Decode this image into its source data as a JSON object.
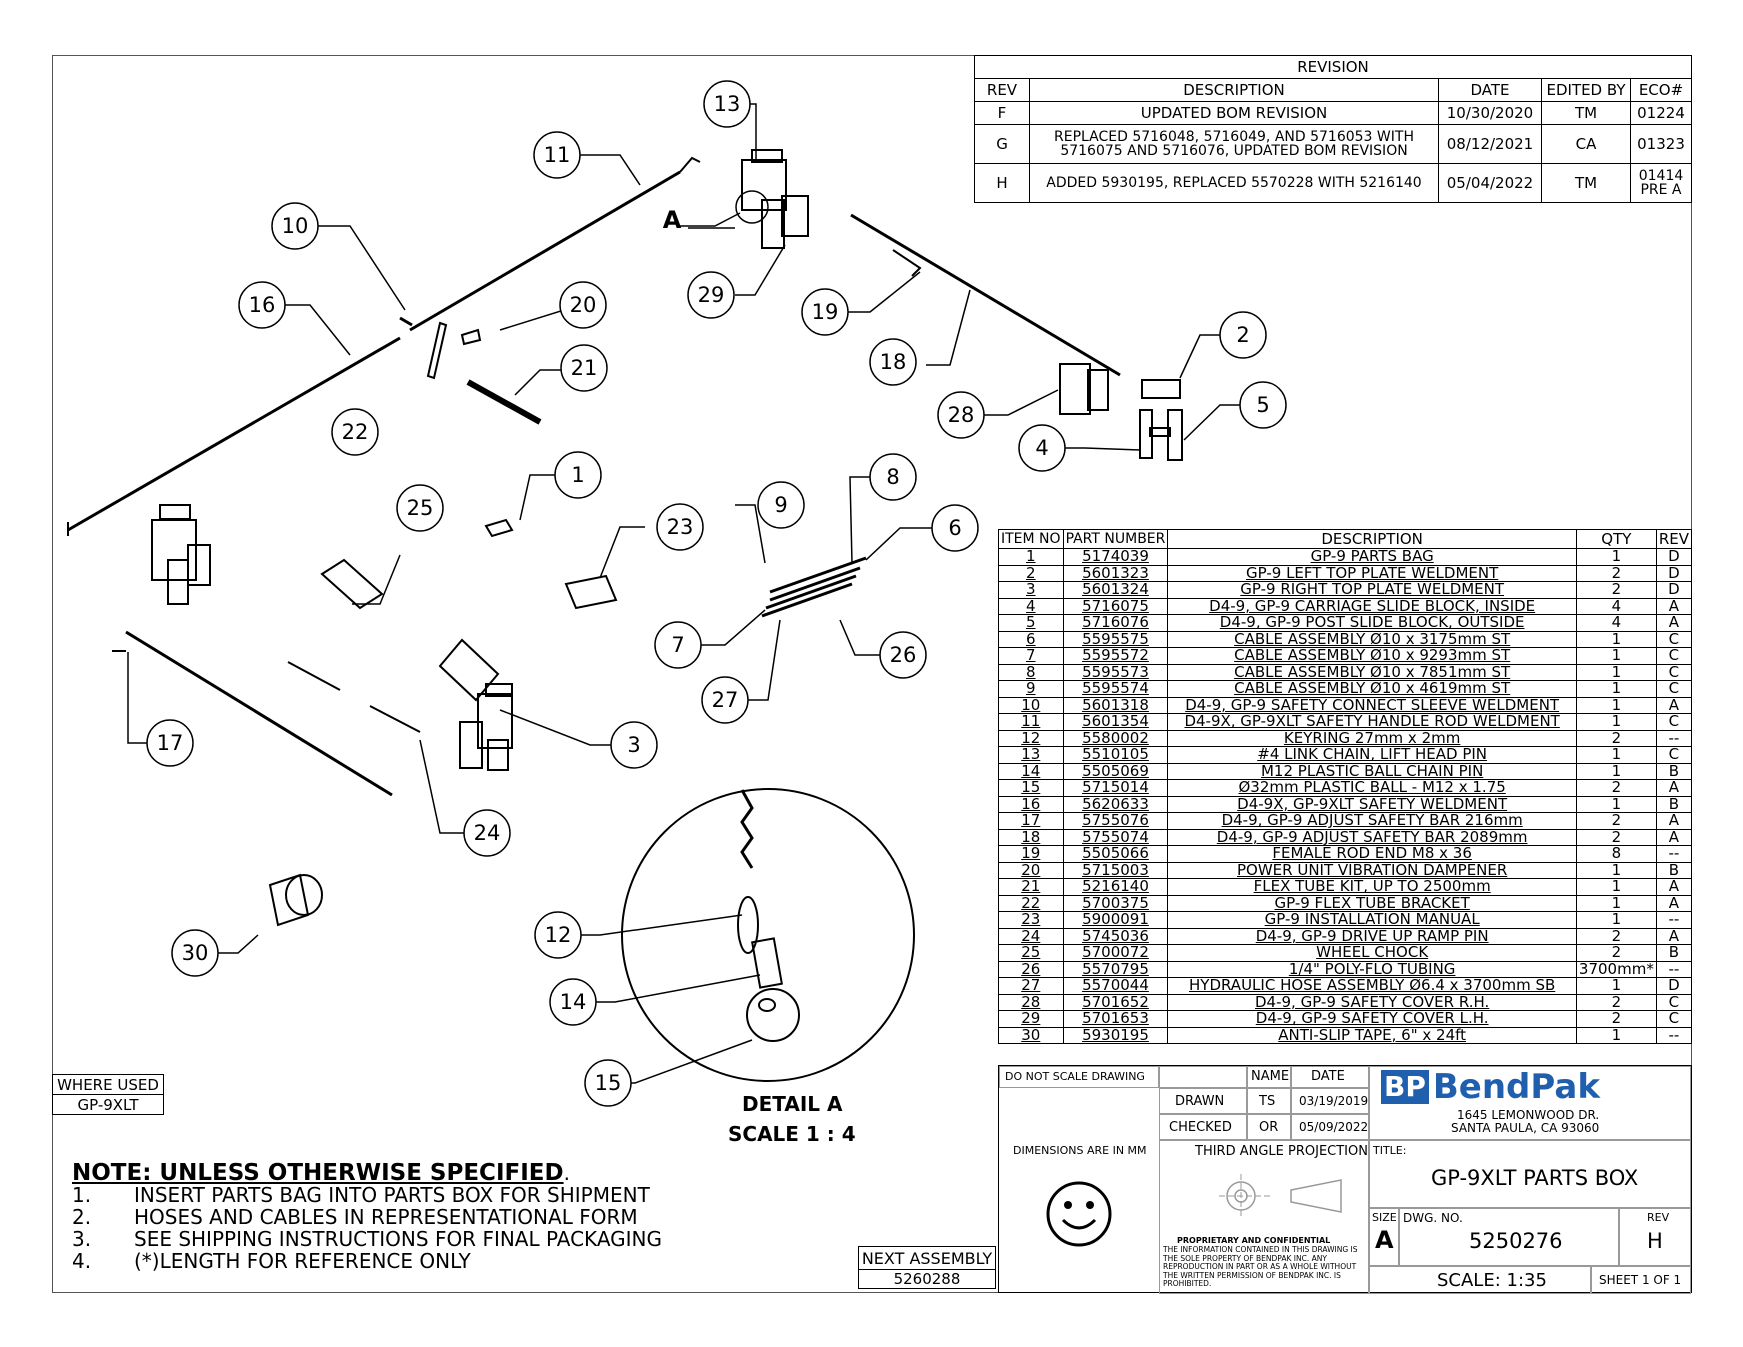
{
  "revision": {
    "title": "REVISION",
    "headers": [
      "REV",
      "DESCRIPTION",
      "DATE",
      "EDITED BY",
      "ECO#"
    ],
    "rows": [
      {
        "rev": "F",
        "description": "UPDATED BOM REVISION",
        "date": "10/30/2020",
        "edited_by": "TM",
        "eco": "01224"
      },
      {
        "rev": "G",
        "description": "REPLACED 5716048, 5716049, AND 5716053 WITH 5716075 AND 5716076, UPDATED BOM REVISION",
        "date": "08/12/2021",
        "edited_by": "CA",
        "eco": "01323"
      },
      {
        "rev": "H",
        "description": "ADDED 5930195, REPLACED 5570228 WITH 5216140",
        "date": "05/04/2022",
        "edited_by": "TM",
        "eco": "01414 PRE A"
      }
    ]
  },
  "bom": {
    "headers": [
      "ITEM NO",
      "PART NUMBER",
      "DESCRIPTION",
      "QTY",
      "REV"
    ],
    "rows": [
      [
        "1",
        "5174039",
        "GP-9 PARTS BAG",
        "1",
        "D"
      ],
      [
        "2",
        "5601323",
        "GP-9 LEFT TOP PLATE WELDMENT",
        "2",
        "D"
      ],
      [
        "3",
        "5601324",
        "GP-9 RIGHT TOP PLATE WELDMENT",
        "2",
        "D"
      ],
      [
        "4",
        "5716075",
        "D4-9, GP-9 CARRIAGE SLIDE BLOCK, INSIDE",
        "4",
        "A"
      ],
      [
        "5",
        "5716076",
        "D4-9, GP-9 POST SLIDE BLOCK, OUTSIDE",
        "4",
        "A"
      ],
      [
        "6",
        "5595575",
        "CABLE ASSEMBLY Ø10 x 3175mm ST",
        "1",
        "C"
      ],
      [
        "7",
        "5595572",
        "CABLE ASSEMBLY Ø10 x 9293mm ST",
        "1",
        "C"
      ],
      [
        "8",
        "5595573",
        "CABLE ASSEMBLY Ø10 x 7851mm ST",
        "1",
        "C"
      ],
      [
        "9",
        "5595574",
        "CABLE ASSEMBLY Ø10 x 4619mm ST",
        "1",
        "C"
      ],
      [
        "10",
        "5601318",
        "D4-9, GP-9 SAFETY CONNECT SLEEVE WELDMENT",
        "1",
        "A"
      ],
      [
        "11",
        "5601354",
        "D4-9X, GP-9XLT SAFETY HANDLE ROD WELDMENT",
        "1",
        "C"
      ],
      [
        "12",
        "5580002",
        "KEYRING 27mm x 2mm",
        "2",
        "--"
      ],
      [
        "13",
        "5510105",
        "#4 LINK CHAIN, LIFT HEAD PIN",
        "1",
        "C"
      ],
      [
        "14",
        "5505069",
        "M12 PLASTIC BALL CHAIN PIN",
        "1",
        "B"
      ],
      [
        "15",
        "5715014",
        "Ø32mm PLASTIC BALL - M12 x 1.75",
        "2",
        "A"
      ],
      [
        "16",
        "5620633",
        "D4-9X, GP-9XLT SAFETY WELDMENT",
        "1",
        "B"
      ],
      [
        "17",
        "5755076",
        "D4-9, GP-9 ADJUST SAFETY BAR 216mm",
        "2",
        "A"
      ],
      [
        "18",
        "5755074",
        "D4-9, GP-9 ADJUST SAFETY BAR 2089mm",
        "2",
        "A"
      ],
      [
        "19",
        "5505066",
        "FEMALE ROD END M8 x 36",
        "8",
        "--"
      ],
      [
        "20",
        "5715003",
        "POWER UNIT VIBRATION DAMPENER",
        "1",
        "B"
      ],
      [
        "21",
        "5216140",
        "FLEX TUBE KIT, UP TO 2500mm",
        "1",
        "A"
      ],
      [
        "22",
        "5700375",
        "GP-9 FLEX TUBE BRACKET",
        "1",
        "A"
      ],
      [
        "23",
        "5900091",
        "GP-9 INSTALLATION MANUAL",
        "1",
        "--"
      ],
      [
        "24",
        "5745036",
        "D4-9, GP-9 DRIVE UP RAMP PIN",
        "2",
        "A"
      ],
      [
        "25",
        "5700072",
        "WHEEL CHOCK",
        "2",
        "B"
      ],
      [
        "26",
        "5570795",
        "1/4\" POLY-FLO TUBING",
        "3700mm*",
        "--"
      ],
      [
        "27",
        "5570044",
        "HYDRAULIC HOSE ASSEMBLY Ø6.4 x 3700mm SB",
        "1",
        "D"
      ],
      [
        "28",
        "5701652",
        "D4-9, GP-9 SAFETY COVER R.H.",
        "2",
        "C"
      ],
      [
        "29",
        "5701653",
        "D4-9, GP-9 SAFETY COVER L.H.",
        "2",
        "C"
      ],
      [
        "30",
        "5930195",
        "ANTI-SLIP TAPE, 6\" x 24ft",
        "1",
        "--"
      ]
    ]
  },
  "balloons": [
    "1",
    "2",
    "3",
    "4",
    "5",
    "6",
    "7",
    "8",
    "9",
    "10",
    "11",
    "12",
    "13",
    "14",
    "15",
    "16",
    "17",
    "18",
    "19",
    "20",
    "21",
    "22",
    "23",
    "24",
    "25",
    "26",
    "27",
    "28",
    "29",
    "30"
  ],
  "detail_letter": "A",
  "detail": {
    "title": "DETAIL A",
    "scale": "SCALE 1 : 4"
  },
  "where_used": {
    "label": "WHERE USED",
    "value": "GP-9XLT"
  },
  "next_assembly": {
    "label": "NEXT ASSEMBLY",
    "value": "5260288"
  },
  "notes": {
    "header": "NOTE: UNLESS OTHERWISE SPECIFIED",
    "items": [
      {
        "num": "1.",
        "text": "INSERT PARTS BAG INTO PARTS BOX FOR SHIPMENT"
      },
      {
        "num": "2.",
        "text": "HOSES AND CABLES IN REPRESENTATIONAL FORM"
      },
      {
        "num": "3.",
        "text": "SEE SHIPPING INSTRUCTIONS FOR FINAL PACKAGING"
      },
      {
        "num": "4.",
        "text": "(*)LENGTH FOR REFERENCE ONLY"
      }
    ]
  },
  "title_block": {
    "do_not_scale": "DO NOT SCALE DRAWING",
    "name_label": "NAME",
    "date_label": "DATE",
    "drawn_label": "DRAWN",
    "drawn_name": "TS",
    "drawn_date": "03/19/2019",
    "checked_label": "CHECKED",
    "checked_name": "OR",
    "checked_date": "05/09/2022",
    "dimensions": "DIMENSIONS ARE IN MM",
    "projection": "THIRD ANGLE PROJECTION",
    "proprietary_title": "PROPRIETARY AND CONFIDENTIAL",
    "proprietary_text": "THE INFORMATION CONTAINED IN THIS DRAWING IS THE SOLE PROPERTY OF BENDPAK INC. ANY REPRODUCTION IN PART OR AS A WHOLE WITHOUT THE WRITTEN PERMISSION OF BENDPAK INC. IS PROHIBITED.",
    "logo_mark": "BP",
    "logo_name": "BendPak",
    "address_1": "1645 LEMONWOOD DR.",
    "address_2": "SANTA PAULA, CA 93060",
    "title_label": "TITLE:",
    "title": "GP-9XLT PARTS BOX",
    "size_label": "SIZE",
    "size": "A",
    "dwg_label": "DWG. NO.",
    "dwg_no": "5250276",
    "rev_label": "REV",
    "rev": "H",
    "scale": "SCALE: 1:35",
    "sheet": "SHEET 1 OF 1"
  },
  "colors": {
    "line": "#000000",
    "border": "#555555",
    "logo_blue": "#1f5fae"
  }
}
